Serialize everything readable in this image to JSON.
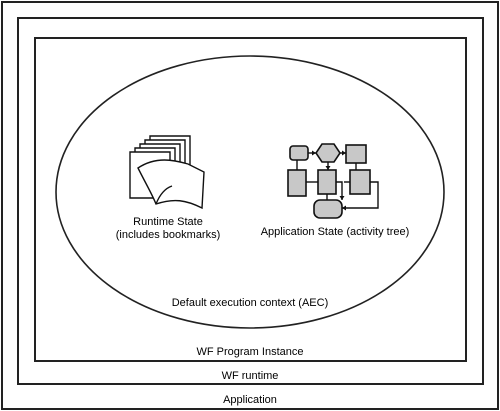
{
  "application": {
    "label": "Application"
  },
  "wf_runtime": {
    "label": "WF runtime"
  },
  "program_instance": {
    "label": "WF Program Instance"
  },
  "execution_context": {
    "label": "Default execution context (AEC)"
  },
  "runtime_state": {
    "line1": "Runtime State",
    "line2": "(includes bookmarks)",
    "icon": "documents-stack-icon"
  },
  "application_state": {
    "label": "Application State (activity tree)",
    "icon": "activity-tree-icon"
  },
  "colors": {
    "line": "#222222",
    "node_fill": "#c8c8c8",
    "background": "#ffffff"
  }
}
